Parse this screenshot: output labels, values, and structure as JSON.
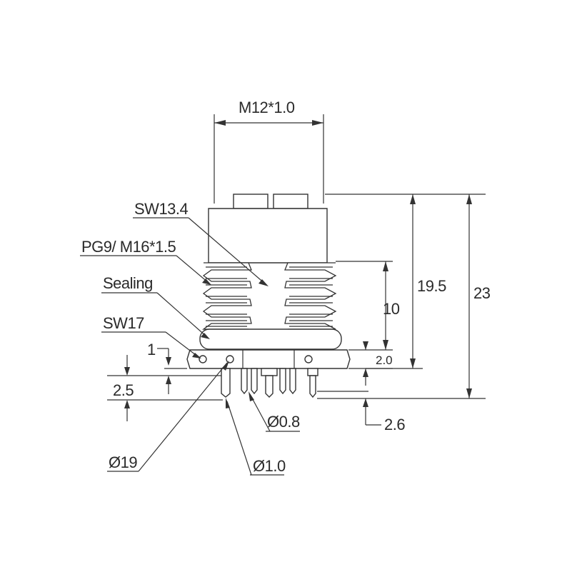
{
  "drawing": {
    "dimensions": {
      "thread_top": "M12*1.0",
      "wrench_top": "SW13.4",
      "thread_panel": "PG9/ M16*1.5",
      "sealing": "Sealing",
      "wrench_nut": "SW17",
      "dim_1": "1",
      "dim_2_5": "2.5",
      "dim_10": "10",
      "dim_19_5": "19.5",
      "dim_23": "23",
      "dim_2_0": "2.0",
      "dim_2_6": "2.6",
      "pin_dia_small": "Ø0.8",
      "pin_dia_large": "Ø1.0",
      "pcd": "Ø19"
    }
  }
}
